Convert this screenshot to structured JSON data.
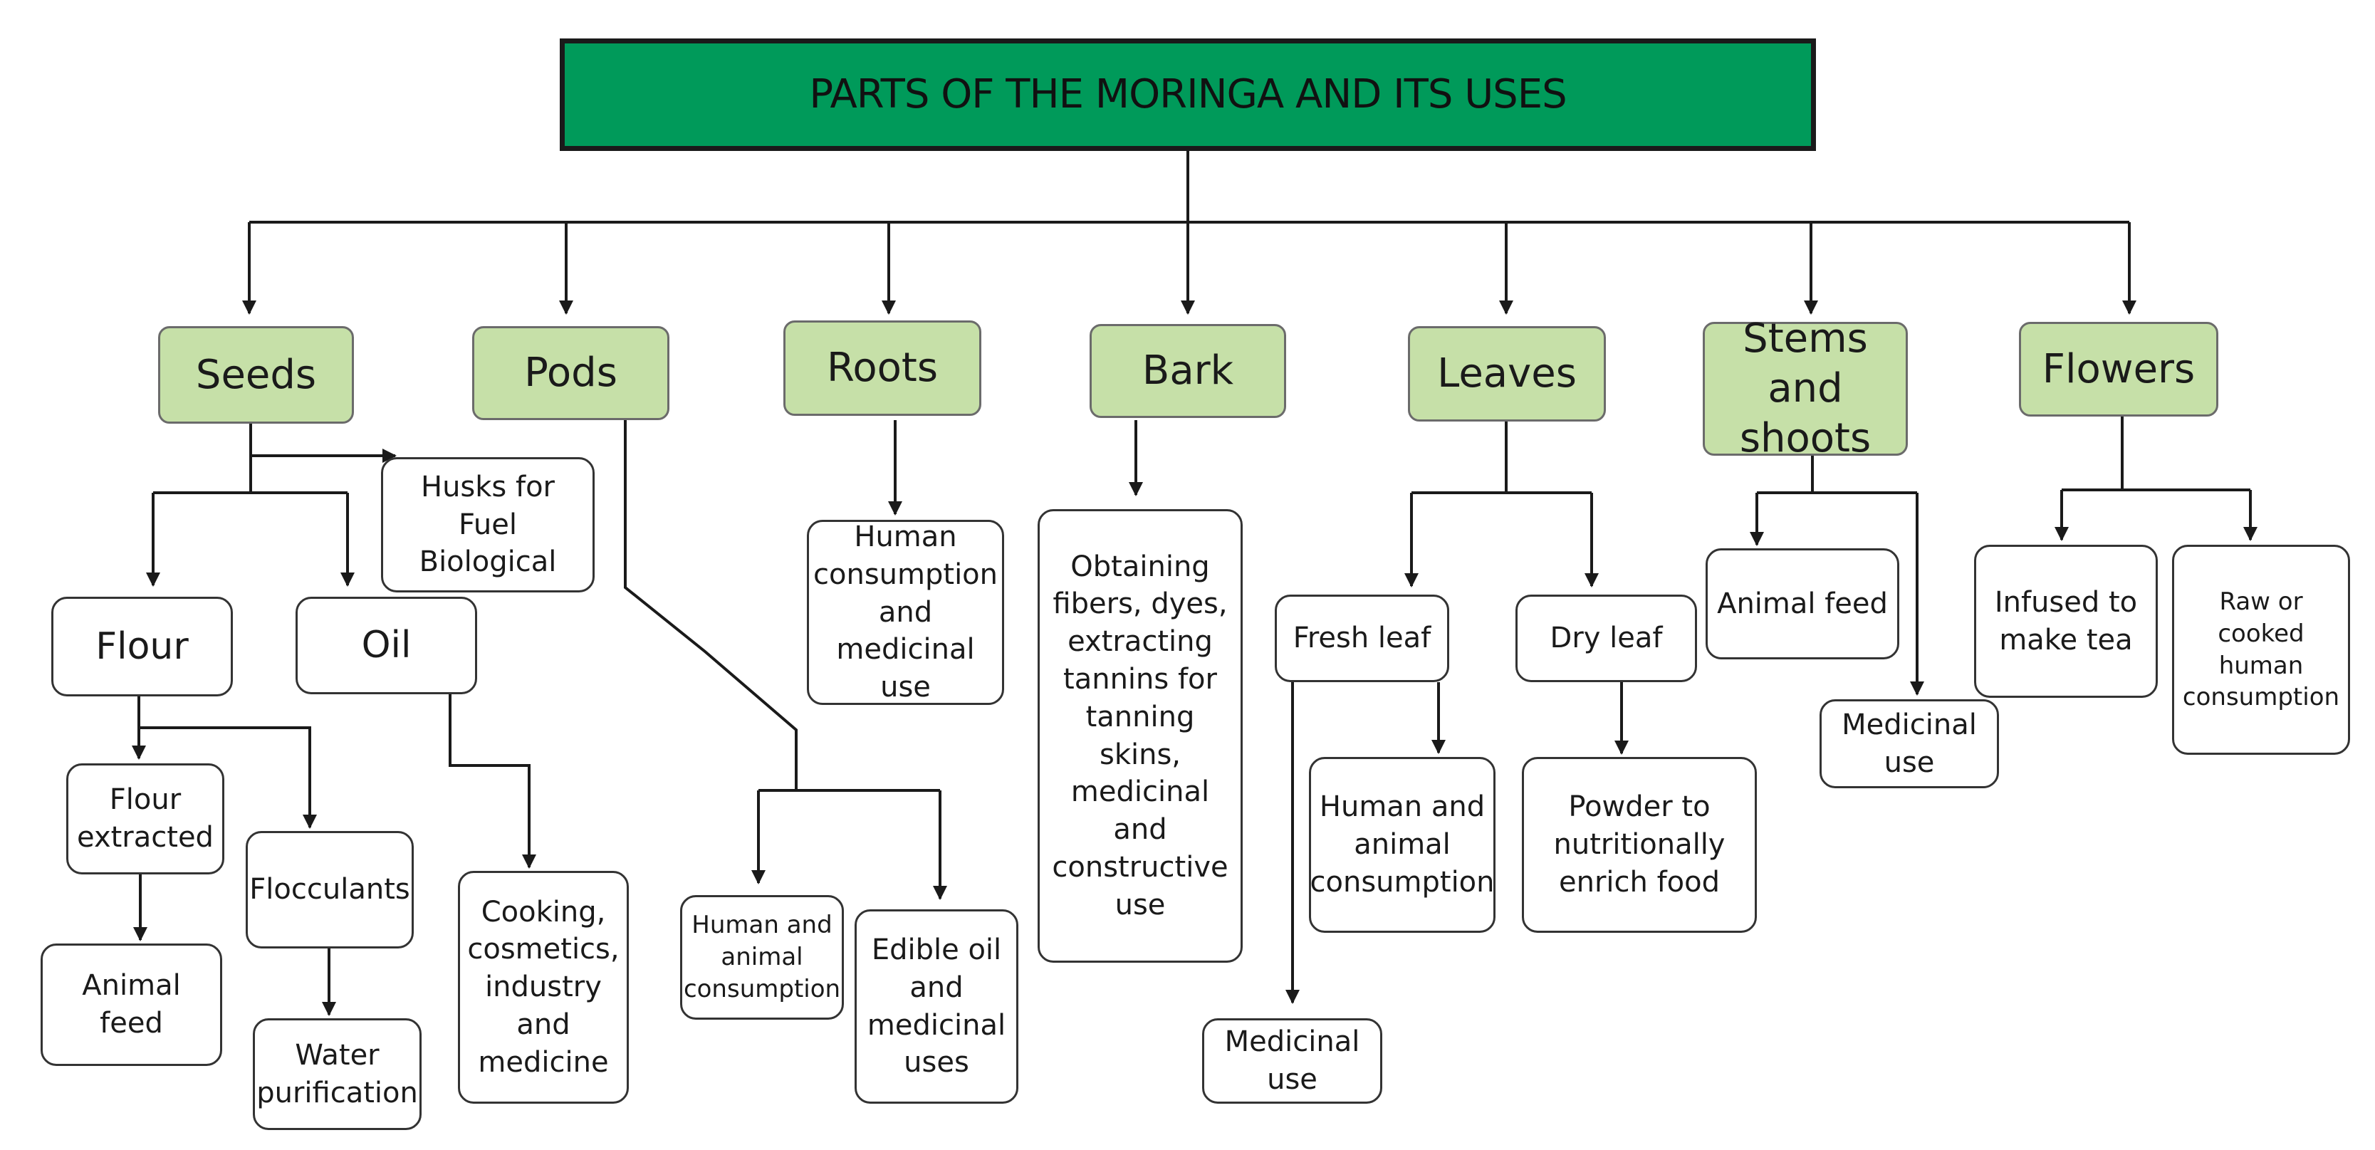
{
  "title": "PARTS OF THE MORINGA AND ITS USES",
  "categories": {
    "seeds": "Seeds",
    "pods": "Pods",
    "roots": "Roots",
    "bark": "Bark",
    "leaves": "Leaves",
    "stems": "Stems and shoots",
    "flowers": "Flowers"
  },
  "seeds": {
    "husks": "Husks for Fuel Biological",
    "flour": "Flour",
    "oil": "Oil",
    "flour_extracted": "Flour extracted",
    "flocculants": "Flocculants",
    "animal_feed": "Animal feed",
    "water_purification": "Water purification",
    "oil_uses": "Cooking, cosmetics, industry and medicine"
  },
  "pods": {
    "human_animal": "Human and animal consumption",
    "edible_oil": "Edible oil and medicinal uses"
  },
  "roots": {
    "use": "Human consumption and medicinal use"
  },
  "bark": {
    "use": "Obtaining fibers, dyes, extracting tannins for tanning skins, medicinal and constructive use"
  },
  "leaves": {
    "fresh": "Fresh leaf",
    "dry": "Dry leaf",
    "fresh_use": "Human and animal consumption",
    "dry_use": "Powder to nutritionally enrich food",
    "medicinal": "Medicinal use"
  },
  "stems": {
    "animal_feed": "Animal feed",
    "medicinal": "Medicinal use"
  },
  "flowers": {
    "tea": "Infused to make tea",
    "raw": "Raw or cooked human consumption"
  }
}
